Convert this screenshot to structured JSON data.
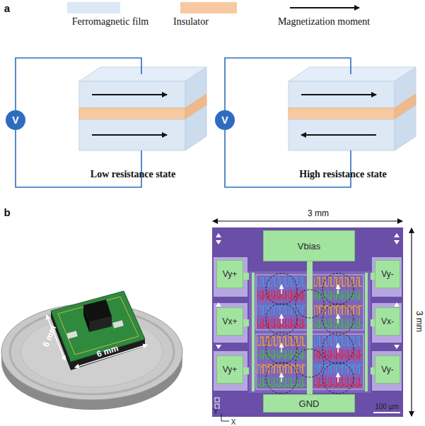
{
  "diagram": {
    "nodes": [
      {
        "text": [
          "V"
        ]
      },
      {
        "text": [
          "V"
        ]
      },
      {
        "text": [
          "Vbias"
        ]
      },
      {
        "text": [
          "Vy+"
        ]
      },
      {
        "text": [
          "Vy-"
        ]
      },
      {
        "text": [
          "Vx+"
        ]
      },
      {
        "text": [
          "Vx-"
        ]
      },
      {
        "text": [
          "Vy+"
        ]
      },
      {
        "text": [
          "Vy-"
        ]
      },
      {
        "text": [
          "GND"
        ]
      }
    ],
    "labels": [
      "a",
      "Low resistance state",
      "High resistance state",
      "b",
      "6 mm",
      "6 mm",
      "3 mm",
      "3 mm",
      "100 µm",
      "Y",
      "X"
    ],
    "legend": [
      {
        "text": "Ferromagnetic film",
        "color": "#dce8f5"
      },
      {
        "text": "Insulator",
        "color": "#f8c9a0"
      },
      {
        "text": "Magnetization moment"
      }
    ]
  }
}
